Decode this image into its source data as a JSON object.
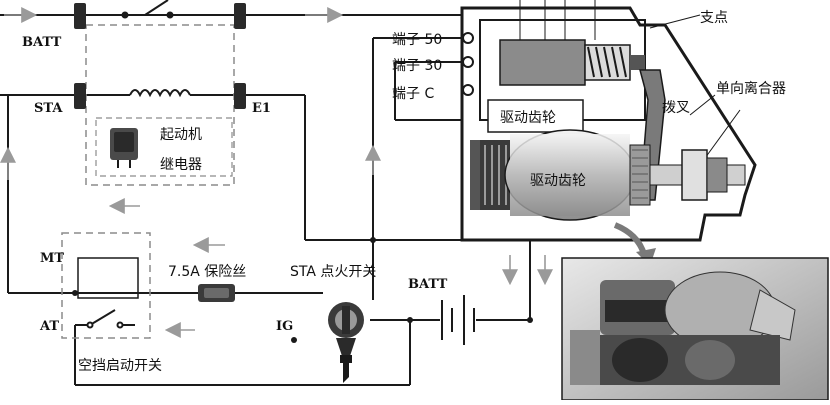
{
  "colors": {
    "wire": "#1a1a1a",
    "dashed": "#8c8c8c",
    "arrow": "#9a9a9a",
    "connector": "#2a2a2a",
    "coil": "#8b8b8b",
    "motor": "#cfcfcf",
    "photo_bg": "#d8d8d8"
  },
  "labels": {
    "batt_top": "BATT",
    "sta": "STA",
    "e1": "E1",
    "relay_line1": "起动机",
    "relay_line2": "继电器",
    "mt": "MT",
    "at": "AT",
    "fuse": "7.5A 保险丝",
    "sta_ignition": "STA 点火开关",
    "batt_bottom": "BATT",
    "ig": "IG",
    "neutral_switch": "空挡启动开关",
    "terminal_50": "端子 50",
    "terminal_30": "端子 30",
    "terminal_c": "端子 C",
    "pivot": "支点",
    "one_way_clutch": "单向离合器",
    "shift_fork": "拨叉",
    "drive_gear_1": "驱动齿轮",
    "drive_gear_2": "驱动齿轮"
  }
}
